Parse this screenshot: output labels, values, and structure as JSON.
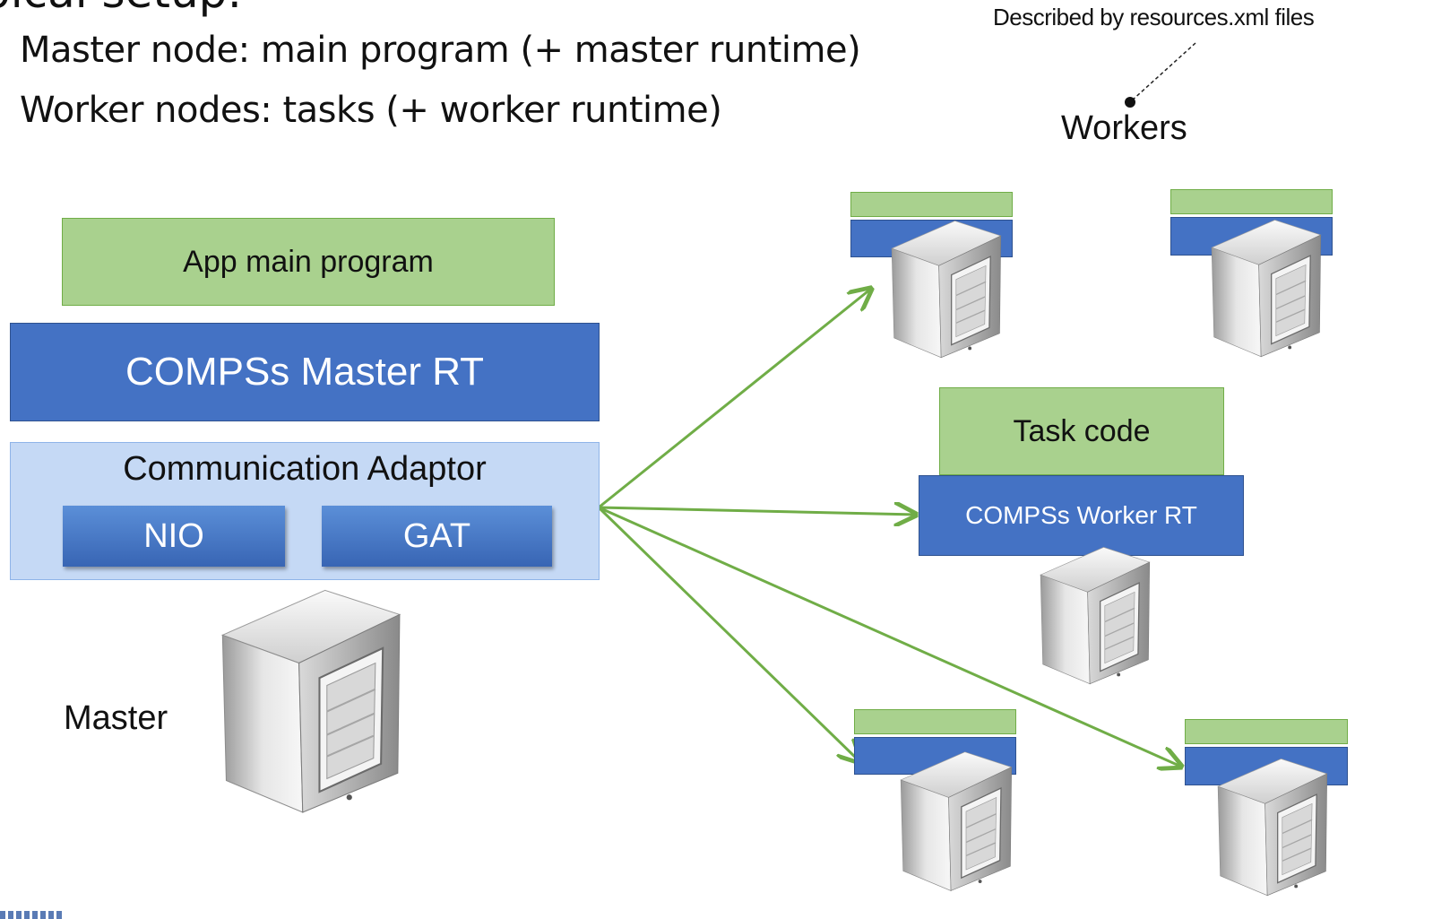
{
  "heading": {
    "partial": "pical setup:"
  },
  "bullets": [
    "Master node: main program (+ master runtime)",
    "Worker nodes: tasks (+ worker runtime)"
  ],
  "note": {
    "resources": "Described by resources.xml  files"
  },
  "labels": {
    "workers": "Workers",
    "master": "Master"
  },
  "master_stack": {
    "app": "App main program",
    "runtime": "COMPSs Master RT",
    "adaptor": "Communication  Adaptor",
    "adapters": [
      "NIO",
      "GAT"
    ]
  },
  "worker_stack": {
    "task": "Task code",
    "runtime": "COMPSs Worker RT"
  },
  "colors": {
    "green_fill": "#a9d18e",
    "blue_fill": "#4472c4",
    "arrow": "#70ad47"
  },
  "icons": [
    "server-icon"
  ]
}
